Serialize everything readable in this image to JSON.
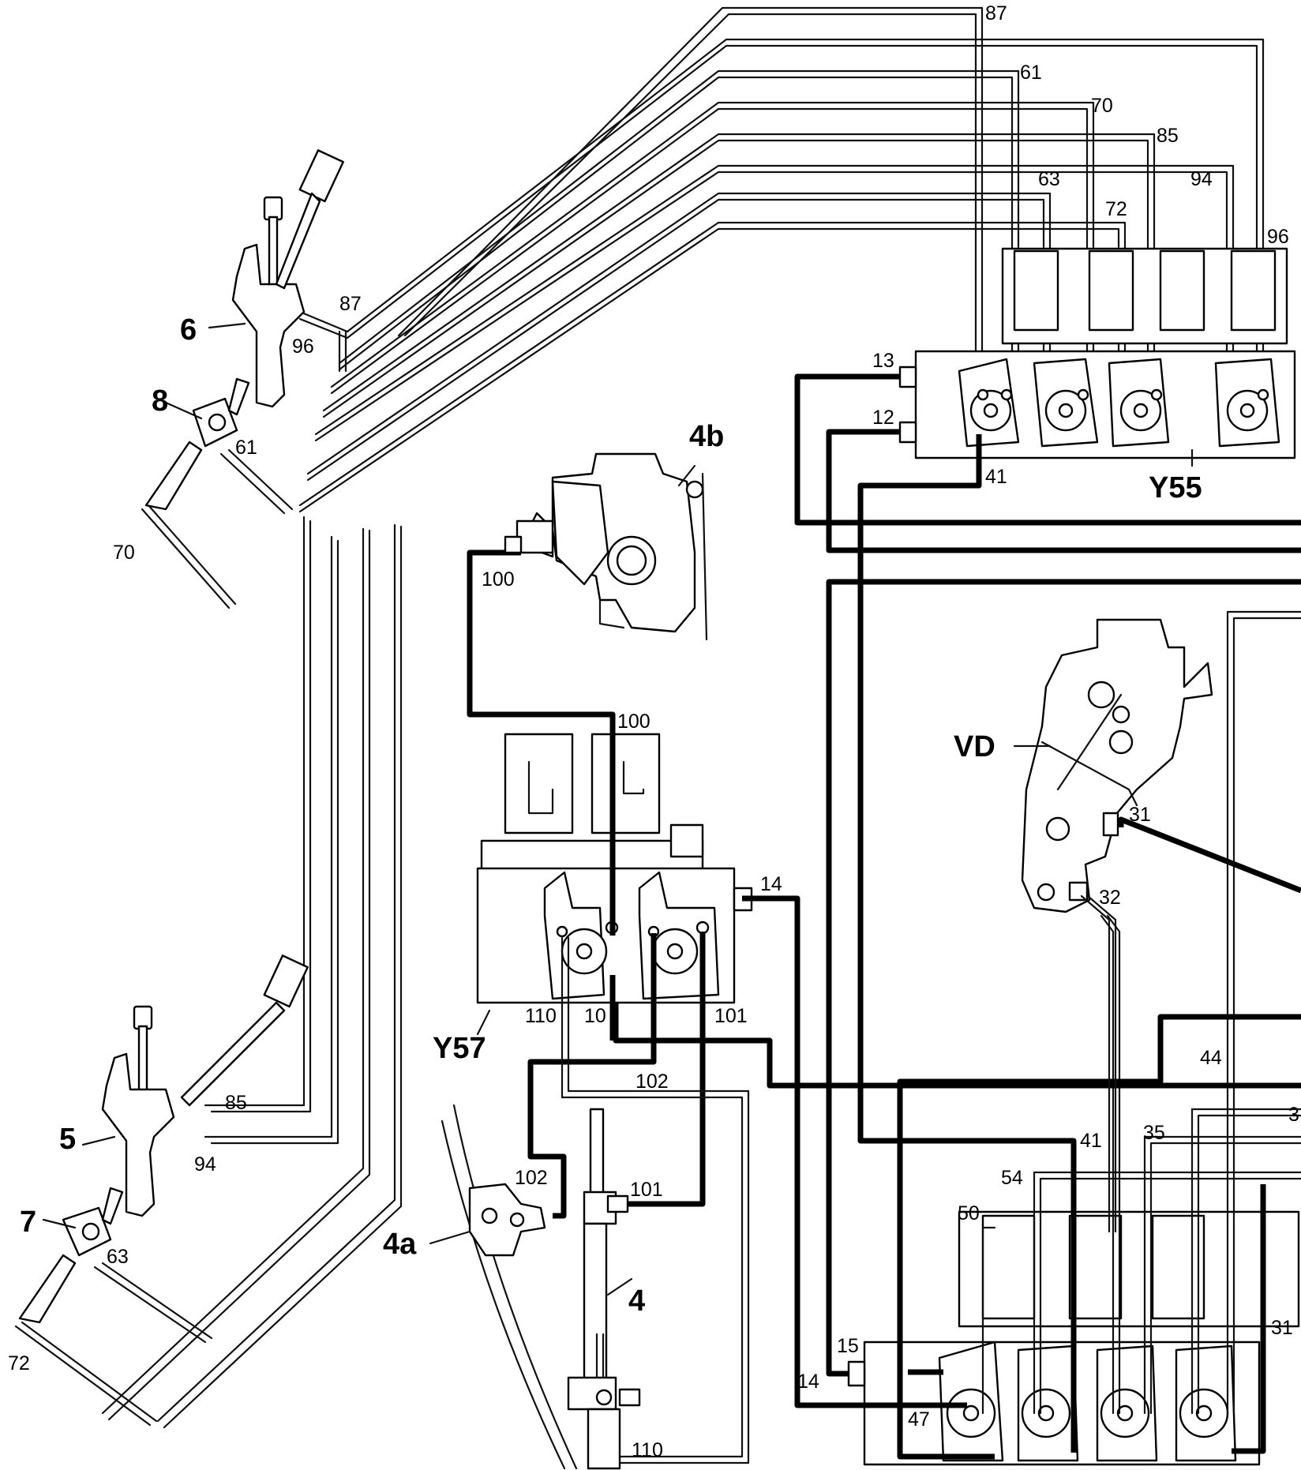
{
  "components": {
    "c6": "6",
    "c8": "8",
    "c5": "5",
    "c7": "7",
    "c4": "4",
    "c4a": "4a",
    "c4b": "4b",
    "vd": "VD",
    "y55": "Y55",
    "y57": "Y57"
  },
  "line_labels": {
    "l87_top": "87",
    "l61_top": "61",
    "l70_top": "70",
    "l85_top": "85",
    "l63_top": "63",
    "l94_top": "94",
    "l72_top": "72",
    "l96_top": "96",
    "l87_s6": "87",
    "l96_s6": "96",
    "l61_s8": "61",
    "l70_s8": "70",
    "l13": "13",
    "l12": "12",
    "l41_y55": "41",
    "l100_4b": "100",
    "l100_y57": "100",
    "l14_y57": "14",
    "l110_y57": "110",
    "l10_y57": "10",
    "l101_y57": "101",
    "l102_a": "102",
    "l102_b": "102",
    "l101_4": "101",
    "l110_4": "110",
    "l85_s5": "85",
    "l94_s5": "94",
    "l63_s7": "63",
    "l72_s7": "72",
    "l31_vd": "31",
    "l32_vd": "32",
    "l44": "44",
    "l41_b": "41",
    "l35": "35",
    "l54": "54",
    "l50": "50",
    "l15": "15",
    "l14_b": "14",
    "l47": "47",
    "l31_b": "31",
    "l3_edge": "3"
  }
}
